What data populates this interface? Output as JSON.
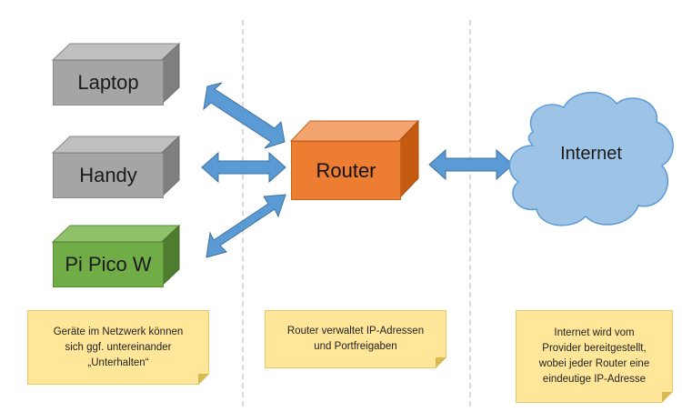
{
  "devices": {
    "laptop": "Laptop",
    "handy": "Handy",
    "pico": "Pi Pico W"
  },
  "router": "Router",
  "internet": "Internet",
  "notes": {
    "left": "Geräte im Netzwerk können\nsich ggf. untereinander\n„Unterhalten“",
    "middle": "Router verwaltet IP-Adressen\nund Portfreigaben",
    "right": "Internet wird vom\nProvider bereitgestellt,\nwobei jeder Router eine\neindeutige IP-Adresse"
  },
  "colors": {
    "device_grey": "#a5a5a5",
    "pico_green": "#70ad47",
    "router_orange": "#ed7d31",
    "arrow_blue": "#5b9bd5",
    "cloud_blue": "#9dc3e6",
    "note_yellow": "#ffe699"
  }
}
